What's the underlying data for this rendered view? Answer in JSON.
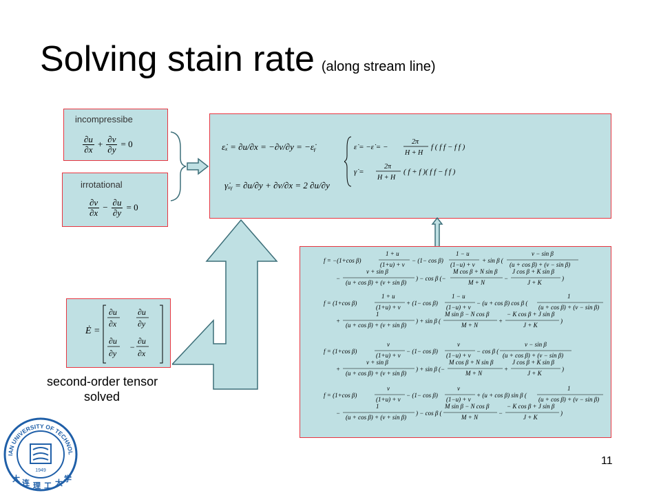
{
  "slide": {
    "title": "Solving stain rate",
    "subtitle": "(along stream line)",
    "page_number": "11"
  },
  "boxes": {
    "incompressible_label": "incompressibe",
    "irrotational_label": "irrotational",
    "tensor_caption_line1": "second-order tensor",
    "tensor_caption_line2": "solved"
  },
  "equations": {
    "incompressible": [
      "∂u",
      "∂x",
      "+",
      "∂v",
      "∂y",
      "= 0"
    ],
    "irrotational": [
      "∂v",
      "∂x",
      "−",
      "∂u",
      "∂y",
      "= 0"
    ],
    "strain_xx": "ε̇ₓ = ∂u/∂x = −∂v/∂y = −ε̇ᵧ",
    "strain_xy": "γ̇ₓᵧ = ∂u/∂y + ∂v/∂x = 2 ∂u/∂y",
    "tensor_E": "Ė ="
  },
  "logo": {
    "text": "DALIAN UNIVERSITY OF TECHNOLOGY",
    "year": "1949",
    "color": "#1f5fa8"
  },
  "colors": {
    "box_fill": "#bfe0e3",
    "box_border": "#e8343f",
    "arrow_fill": "#bfe0e3",
    "arrow_stroke": "#3c6e78"
  }
}
